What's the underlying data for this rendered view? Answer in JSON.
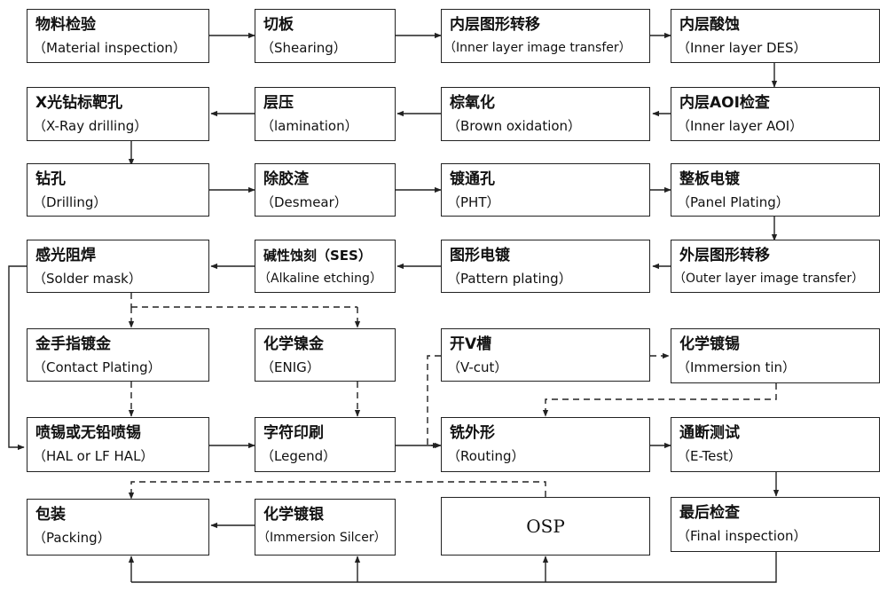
{
  "steps": {
    "material_inspection": {
      "zh": "物料检验",
      "en": "（Material inspection）"
    },
    "shearing": {
      "zh": "切板",
      "en": "（Shearing）"
    },
    "inner_image_transfer": {
      "zh": "内层图形转移",
      "en": "（Inner layer image transfer）"
    },
    "inner_des": {
      "zh": "内层酸蚀",
      "en": "（Inner layer DES）"
    },
    "xray_drilling": {
      "zh": "X光钻标靶孔",
      "en": "（X-Ray drilling）"
    },
    "lamination": {
      "zh": "层压",
      "en": "（lamination）"
    },
    "brown_oxidation": {
      "zh": "棕氧化",
      "en": "（Brown oxidation）"
    },
    "inner_aoi": {
      "zh": "内层AOI检查",
      "en": "（Inner layer AOI）"
    },
    "drilling": {
      "zh": "钻孔",
      "en": "（Drilling）"
    },
    "desmear": {
      "zh": "除胶渣",
      "en": "（Desmear）"
    },
    "pht": {
      "zh": "镀通孔",
      "en": "（PHT）"
    },
    "panel_plating": {
      "zh": "整板电镀",
      "en": "（Panel Plating）"
    },
    "solder_mask": {
      "zh": "感光阻焊",
      "en": "（Solder mask）"
    },
    "alkaline_etching": {
      "zh": "碱性蚀刻（SES）",
      "en": "（Alkaline etching）"
    },
    "pattern_plating": {
      "zh": "图形电镀",
      "en": "（Pattern plating）"
    },
    "outer_image_transfer": {
      "zh": "外层图形转移",
      "en": "（Outer layer image transfer）"
    },
    "contact_plating": {
      "zh": "金手指镀金",
      "en": "（Contact Plating）"
    },
    "enig": {
      "zh": "化学镍金",
      "en": "（ENIG）"
    },
    "v_cut": {
      "zh": "开V槽",
      "en": "（V-cut）"
    },
    "immersion_tin": {
      "zh": "化学镀锡",
      "en": "（Immersion tin）"
    },
    "hal": {
      "zh": "喷锡或无铅喷锡",
      "en": "（HAL or LF HAL）"
    },
    "legend": {
      "zh": "字符印刷",
      "en": "（Legend）"
    },
    "routing": {
      "zh": "铣外形",
      "en": "（Routing）"
    },
    "e_test": {
      "zh": "通断测试",
      "en": "（E-Test）"
    },
    "packing": {
      "zh": "包装",
      "en": "（Packing）"
    },
    "immersion_silver": {
      "zh": "化学镀银",
      "en": "（Immersion Silcer）"
    },
    "osp": {
      "label": "OSP"
    },
    "final_inspection": {
      "zh": "最后检查",
      "en": "（Final inspection）"
    }
  }
}
